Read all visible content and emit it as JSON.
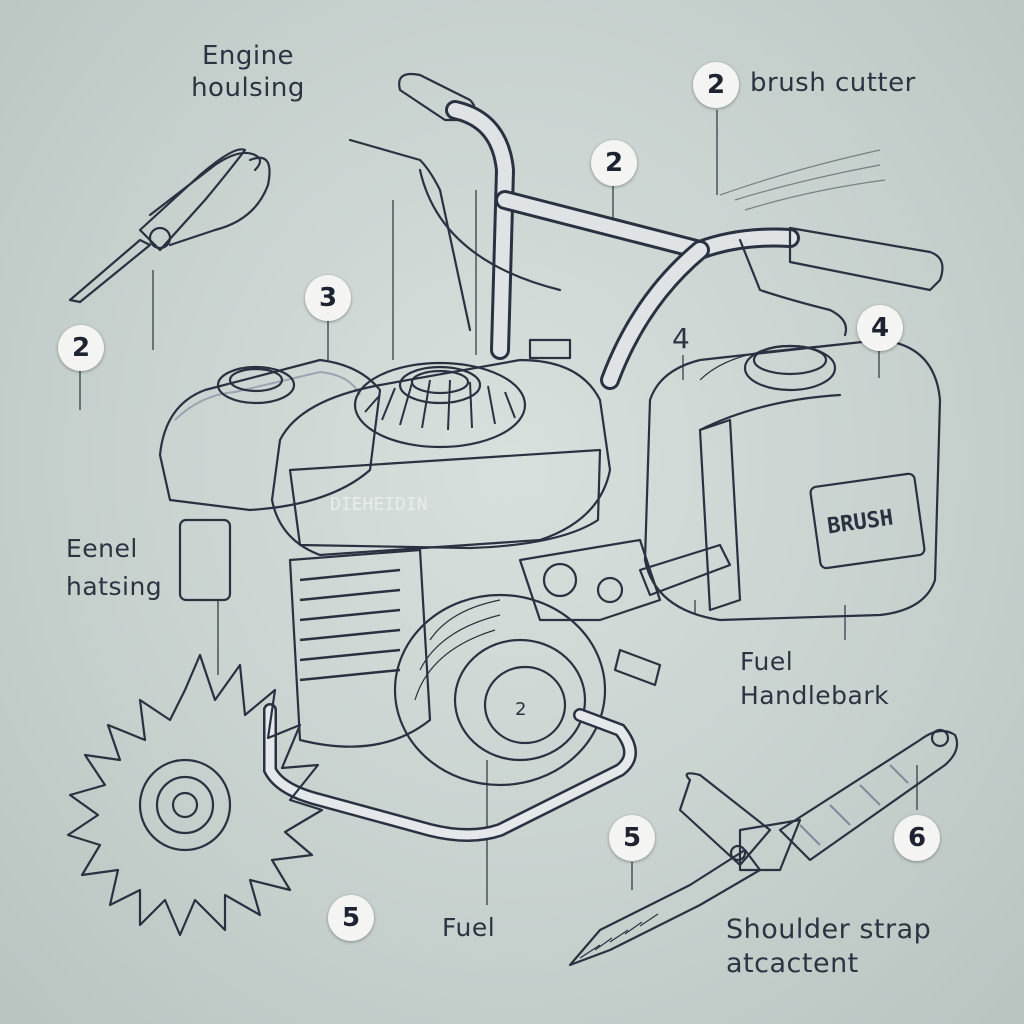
{
  "labels": {
    "engine_housing": "Engine\nhoulsing",
    "brush_cutter": "brush cutter",
    "generic_housing": "Eenel\nhatsing",
    "fuel_handlebar": "Fuel\nHandlebark",
    "fuel_bottom": "Fuel",
    "shoulder_strap": "Shoulder strap\natcactent",
    "tank_brand": "BRUSH",
    "engine_text": "DIEHEIDIN"
  },
  "callouts": [
    "2",
    "2",
    "3",
    "2",
    "4",
    "4",
    "5",
    "5",
    "6"
  ],
  "colors": {
    "background": "#c9d2cf",
    "ink": "#2a3140",
    "tank": "#eceeea",
    "metal": "#d9dde0",
    "engine_dark": "#3a4458"
  }
}
